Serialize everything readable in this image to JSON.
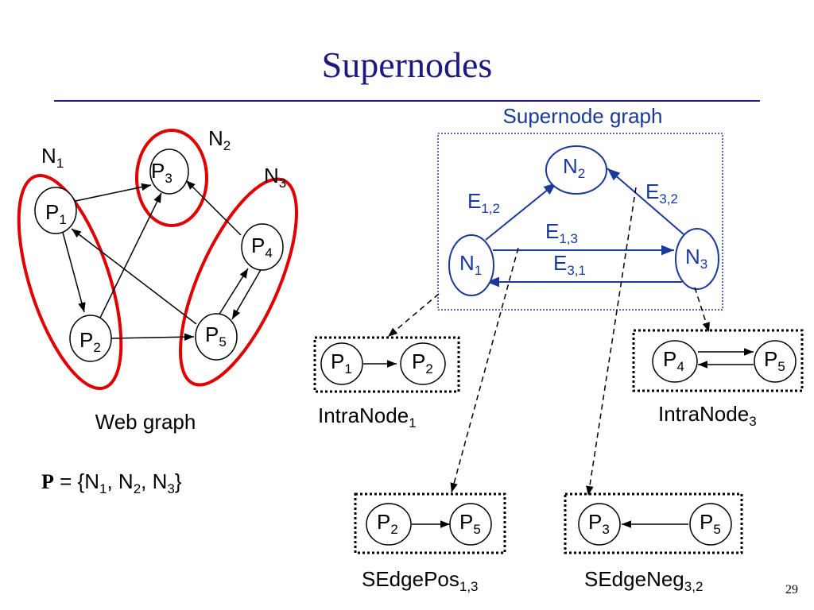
{
  "slide": {
    "title": "Supernodes",
    "page_number": "29"
  },
  "web_graph": {
    "caption": "Web graph",
    "nodes": [
      {
        "id": "P1",
        "base": "P",
        "sub": "1"
      },
      {
        "id": "P2",
        "base": "P",
        "sub": "2"
      },
      {
        "id": "P3",
        "base": "P",
        "sub": "3"
      },
      {
        "id": "P4",
        "base": "P",
        "sub": "4"
      },
      {
        "id": "P5",
        "base": "P",
        "sub": "5"
      }
    ],
    "groups": [
      {
        "id": "N1",
        "base": "N",
        "sub": "1",
        "color": "#e00000"
      },
      {
        "id": "N2",
        "base": "N",
        "sub": "2",
        "color": "#e00000"
      },
      {
        "id": "N3",
        "base": "N",
        "sub": "3",
        "color": "#e00000"
      }
    ],
    "edges": [
      [
        "P1",
        "P3"
      ],
      [
        "P1",
        "P2"
      ],
      [
        "P2",
        "P3"
      ],
      [
        "P2",
        "P5"
      ],
      [
        "P5",
        "P1"
      ],
      [
        "P4",
        "P3"
      ],
      [
        "P5",
        "P4"
      ],
      [
        "P4",
        "P5"
      ]
    ]
  },
  "partition": {
    "symbol": "P",
    "equals": " = {",
    "parts": [
      {
        "base": "N",
        "sub": "1",
        "sep": ", "
      },
      {
        "base": "N",
        "sub": "2",
        "sep": ", "
      },
      {
        "base": "N",
        "sub": "3",
        "sep": "}"
      }
    ]
  },
  "supernode_graph": {
    "title": "Supernode graph",
    "color": "#1a3a9a",
    "nodes": [
      {
        "id": "N1",
        "base": "N",
        "sub": "1"
      },
      {
        "id": "N2",
        "base": "N",
        "sub": "2"
      },
      {
        "id": "N3",
        "base": "N",
        "sub": "3"
      }
    ],
    "edges": [
      {
        "id": "E12",
        "base": "E",
        "sub": "1,2"
      },
      {
        "id": "E32",
        "base": "E",
        "sub": "3,2"
      },
      {
        "id": "E13",
        "base": "E",
        "sub": "1,3"
      },
      {
        "id": "E31",
        "base": "E",
        "sub": "3,1"
      }
    ]
  },
  "structures": [
    {
      "id": "intranode1",
      "base": "IntraNode",
      "sub": "1",
      "left": {
        "base": "P",
        "sub": "1"
      },
      "right": {
        "base": "P",
        "sub": "2"
      }
    },
    {
      "id": "intranode3",
      "base": "IntraNode",
      "sub": "3",
      "left": {
        "base": "P",
        "sub": "4"
      },
      "right": {
        "base": "P",
        "sub": "5"
      }
    },
    {
      "id": "sedgepos",
      "base": "SEdgePos",
      "sub": "1,3",
      "left": {
        "base": "P",
        "sub": "2"
      },
      "right": {
        "base": "P",
        "sub": "5"
      }
    },
    {
      "id": "sedgeneg",
      "base": "SEdgeNeg",
      "sub": "3,2",
      "left": {
        "base": "P",
        "sub": "3"
      },
      "right": {
        "base": "P",
        "sub": "5"
      }
    }
  ]
}
